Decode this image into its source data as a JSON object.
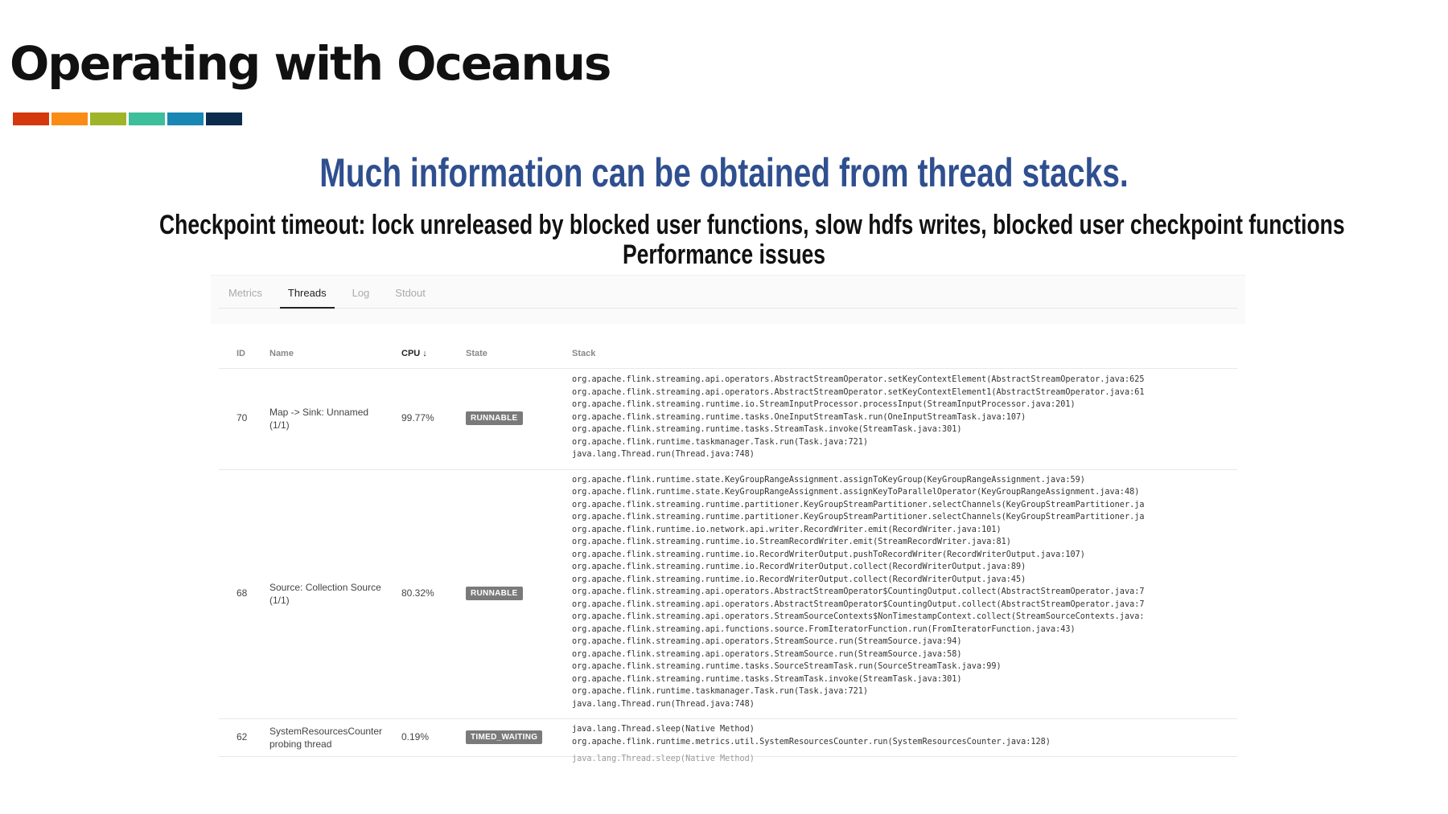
{
  "slide": {
    "title": "Operating with Oceanus",
    "color_bar": [
      "#d4380d",
      "#fa8c16",
      "#a0b42a",
      "#3cbf9a",
      "#1a86b4",
      "#0b2c4c"
    ],
    "headline": "Much information can be obtained from thread stacks.",
    "subtitle_1": "Checkpoint timeout: lock unreleased by blocked user functions, slow hdfs writes, blocked user checkpoint functions",
    "subtitle_2": "Performance issues"
  },
  "tabs": [
    {
      "label": "Metrics",
      "active": false
    },
    {
      "label": "Threads",
      "active": true
    },
    {
      "label": "Log",
      "active": false
    },
    {
      "label": "Stdout",
      "active": false
    }
  ],
  "table": {
    "headers": {
      "id": "ID",
      "name": "Name",
      "cpu": "CPU",
      "state": "State",
      "stack": "Stack"
    },
    "sort_icon": "arrow-down-icon",
    "rows": [
      {
        "id": "70",
        "name": "Map -> Sink: Unnamed (1/1)",
        "cpu": "99.77%",
        "state": "RUNNABLE",
        "stack": [
          "org.apache.flink.streaming.api.operators.AbstractStreamOperator.setKeyContextElement(AbstractStreamOperator.java:625",
          "org.apache.flink.streaming.api.operators.AbstractStreamOperator.setKeyContextElement1(AbstractStreamOperator.java:61",
          "org.apache.flink.streaming.runtime.io.StreamInputProcessor.processInput(StreamInputProcessor.java:201)",
          "org.apache.flink.streaming.runtime.tasks.OneInputStreamTask.run(OneInputStreamTask.java:107)",
          "org.apache.flink.streaming.runtime.tasks.StreamTask.invoke(StreamTask.java:301)",
          "org.apache.flink.runtime.taskmanager.Task.run(Task.java:721)",
          "java.lang.Thread.run(Thread.java:748)"
        ]
      },
      {
        "id": "68",
        "name": "Source: Collection Source (1/1)",
        "cpu": "80.32%",
        "state": "RUNNABLE",
        "stack": [
          "org.apache.flink.runtime.state.KeyGroupRangeAssignment.assignToKeyGroup(KeyGroupRangeAssignment.java:59)",
          "org.apache.flink.runtime.state.KeyGroupRangeAssignment.assignKeyToParallelOperator(KeyGroupRangeAssignment.java:48)",
          "org.apache.flink.streaming.runtime.partitioner.KeyGroupStreamPartitioner.selectChannels(KeyGroupStreamPartitioner.ja",
          "org.apache.flink.streaming.runtime.partitioner.KeyGroupStreamPartitioner.selectChannels(KeyGroupStreamPartitioner.ja",
          "org.apache.flink.runtime.io.network.api.writer.RecordWriter.emit(RecordWriter.java:101)",
          "org.apache.flink.streaming.runtime.io.StreamRecordWriter.emit(StreamRecordWriter.java:81)",
          "org.apache.flink.streaming.runtime.io.RecordWriterOutput.pushToRecordWriter(RecordWriterOutput.java:107)",
          "org.apache.flink.streaming.runtime.io.RecordWriterOutput.collect(RecordWriterOutput.java:89)",
          "org.apache.flink.streaming.runtime.io.RecordWriterOutput.collect(RecordWriterOutput.java:45)",
          "org.apache.flink.streaming.api.operators.AbstractStreamOperator$CountingOutput.collect(AbstractStreamOperator.java:7",
          "org.apache.flink.streaming.api.operators.AbstractStreamOperator$CountingOutput.collect(AbstractStreamOperator.java:7",
          "org.apache.flink.streaming.api.operators.StreamSourceContexts$NonTimestampContext.collect(StreamSourceContexts.java:",
          "org.apache.flink.streaming.api.functions.source.FromIteratorFunction.run(FromIteratorFunction.java:43)",
          "org.apache.flink.streaming.api.operators.StreamSource.run(StreamSource.java:94)",
          "org.apache.flink.streaming.api.operators.StreamSource.run(StreamSource.java:58)",
          "org.apache.flink.streaming.runtime.tasks.SourceStreamTask.run(SourceStreamTask.java:99)",
          "org.apache.flink.streaming.runtime.tasks.StreamTask.invoke(StreamTask.java:301)",
          "org.apache.flink.runtime.taskmanager.Task.run(Task.java:721)",
          "java.lang.Thread.run(Thread.java:748)"
        ]
      },
      {
        "id": "62",
        "name": "SystemResourcesCounter probing thread",
        "cpu": "0.19%",
        "state": "TIMED_WAITING",
        "stack": [
          "java.lang.Thread.sleep(Native Method)",
          "org.apache.flink.runtime.metrics.util.SystemResourcesCounter.run(SystemResourcesCounter.java:128)"
        ]
      }
    ],
    "next_row_partial_stack": "java.lang.Thread.sleep(Native Method)"
  }
}
